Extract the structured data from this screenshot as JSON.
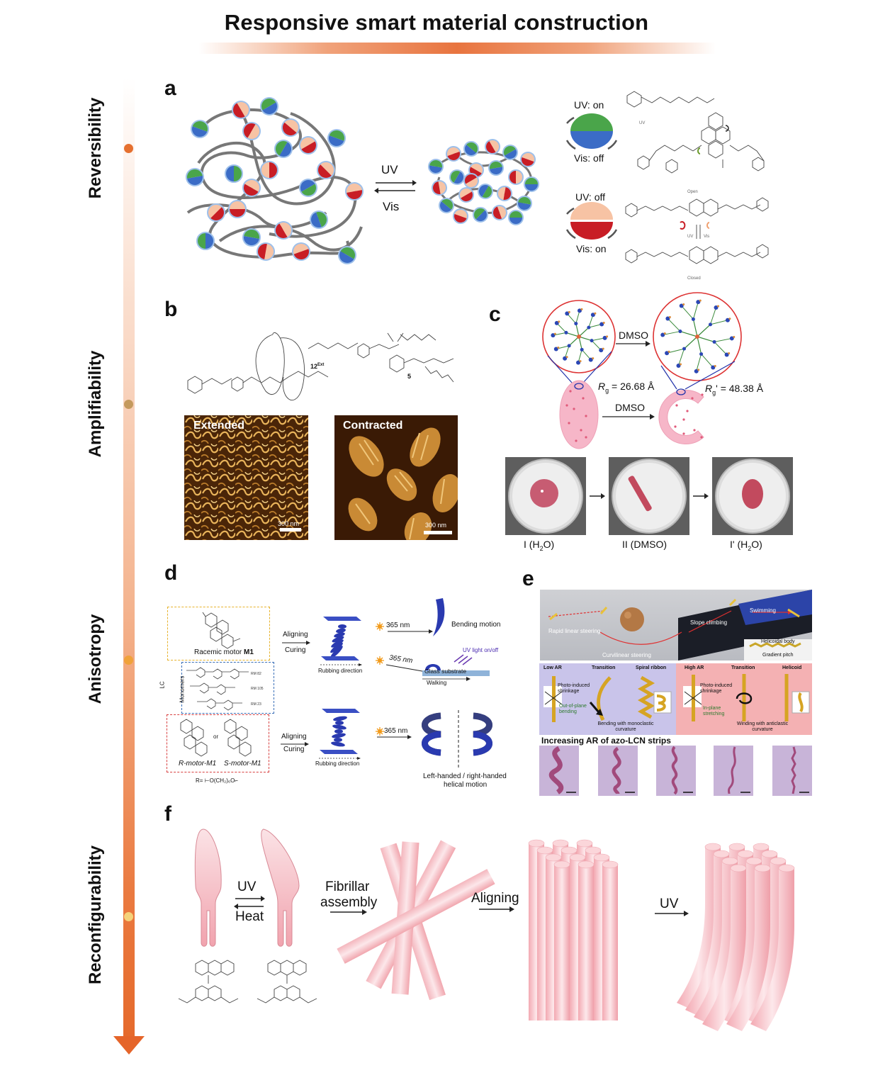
{
  "title": "Responsive smart material construction",
  "axis": {
    "categories": [
      "Reversibility",
      "Amplifiability",
      "Anisotropy",
      "Reconfigurability"
    ],
    "dot_colors": [
      "#e5702f",
      "#c49a5e",
      "#f0a23a",
      "#f5d27a"
    ]
  },
  "colors": {
    "green": "#4aa54a",
    "blue": "#3b6cc6",
    "red": "#c81d25",
    "peach": "#f7c3a4",
    "pink": "#f2a9b4",
    "accent": "#e8743f"
  },
  "panel_a": {
    "letter": "a",
    "uv": "UV",
    "vis": "Vis",
    "state1_top": "UV: on",
    "state1_bottom": "Vis: off",
    "state2_top": "UV: off",
    "state2_bottom": "Vis: on",
    "open": "Open",
    "closed": "Closed",
    "uv_small": "UV",
    "vis_small": "Vis"
  },
  "panel_b": {
    "letter": "b",
    "mol_label_1": "12",
    "mol_label_1_sup": "Ext",
    "mol_label_2": "5",
    "img1_label": "Extended",
    "img2_label": "Contracted",
    "scale1": "300 nm",
    "scale2": "300 nm"
  },
  "panel_c": {
    "letter": "c",
    "dmso_top": "DMSO",
    "dmso_bottom": "DMSO",
    "rg1_sym": "R",
    "rg1_sub": "g",
    "rg1_val": " = 26.68 Å",
    "rg2_sym": "R",
    "rg2_sub": "g",
    "rg2_val": "' = 48.38 Å",
    "photo_labels": [
      {
        "pre": "I (H",
        "sub": "2",
        "post": "O)"
      },
      {
        "pre": "II (DMSO)",
        "sub": "",
        "post": ""
      },
      {
        "pre": "I' (H",
        "sub": "2",
        "post": "O)"
      }
    ]
  },
  "panel_d": {
    "letter": "d",
    "racemic": "Racemic motor ",
    "racemic_bold": "M1",
    "aligning1": "Aligning",
    "curing1": "Curing",
    "rubbing1": "Rubbing direction",
    "nm1": "365 nm",
    "bending": "Bending motion",
    "nm2": "365 nm",
    "uv_onoff": "UV light on/off",
    "glass": "Glass substrate",
    "walking": "Walking",
    "lc": "LC",
    "monomers": "Monomers",
    "rm1": "RM 82",
    "rm2": "RM 105",
    "rm3": "RM 23",
    "or": "or",
    "r_motor": "R-motor-M1",
    "s_motor": "S-motor-M1",
    "r_def": "R= ⊢O(CH₂)₆O⌐",
    "aligning2": "Aligning",
    "curing2": "Curing",
    "rubbing2": "Rubbing direction",
    "nm3": "365 nm",
    "helical1": "Left-handed / right-handed",
    "helical2": "helical motion"
  },
  "panel_e": {
    "letter": "e",
    "rapid": "Rapid linear steering",
    "curvi": "Curvilinear steering",
    "slope": "Slope climbing",
    "swimming": "Swimming",
    "helicoidal": "Helicoidal body",
    "gradient": "Gradient pitch",
    "low_ar": "Low AR",
    "transition1": "Transition",
    "spiral": "Spiral ribbon",
    "high_ar": "High AR",
    "transition2": "Transition",
    "helicoid": "Helicoid",
    "photo1": "Photo-induced shrinkage",
    "oop": "Out-of-plane bending",
    "bend_mono": "Bending with monoclastic curvature",
    "photo2": "Photo-induced shrinkage",
    "inplane": "In-plane stretching",
    "wind_anti": "Winding with anticlastic curvature",
    "increasing": "Increasing AR of azo-LCN strips"
  },
  "panel_f": {
    "letter": "f",
    "uv": "UV",
    "heat": "Heat",
    "fibrillar1": "Fibrillar",
    "fibrillar2": "assembly",
    "aligning": "Aligning",
    "uv2": "UV"
  }
}
